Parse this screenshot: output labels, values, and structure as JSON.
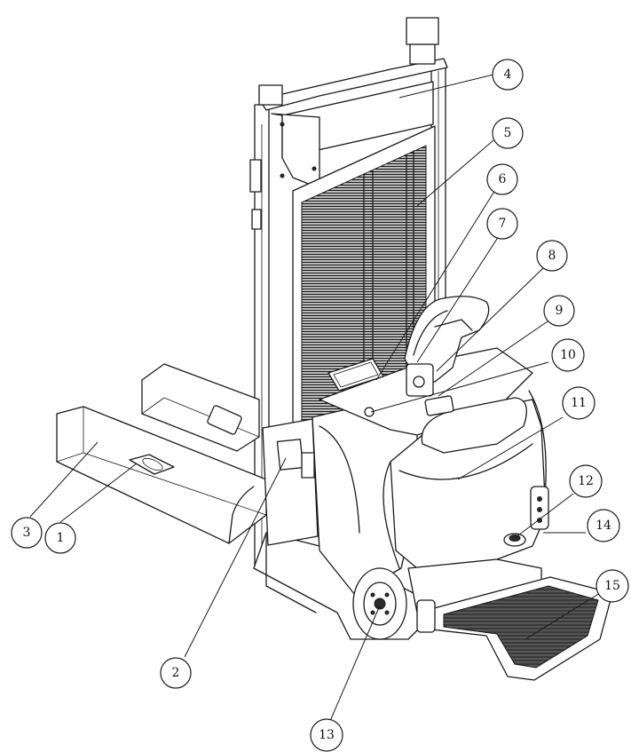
{
  "callouts": [
    {
      "id": "c1",
      "label": "1"
    },
    {
      "id": "c2",
      "label": "2"
    },
    {
      "id": "c3",
      "label": "3"
    },
    {
      "id": "c4",
      "label": "4"
    },
    {
      "id": "c5",
      "label": "5"
    },
    {
      "id": "c6",
      "label": "6"
    },
    {
      "id": "c7",
      "label": "7"
    },
    {
      "id": "c8",
      "label": "8"
    },
    {
      "id": "c9",
      "label": "9"
    },
    {
      "id": "c10",
      "label": "10"
    },
    {
      "id": "c11",
      "label": "11"
    },
    {
      "id": "c12",
      "label": "12"
    },
    {
      "id": "c13",
      "label": "13"
    },
    {
      "id": "c14",
      "label": "14"
    },
    {
      "id": "c15",
      "label": "15"
    }
  ],
  "colors": {
    "line": "#1a1a1a",
    "background": "#ffffff",
    "fill_dark": "#2b2b2b"
  }
}
